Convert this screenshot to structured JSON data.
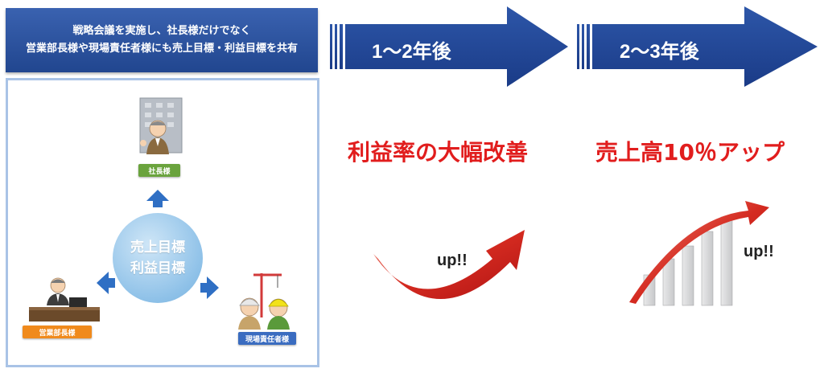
{
  "header": {
    "line1": "戦略会議を実施し、社長様だけでなく",
    "line2": "営業部長様や現場責任者様にも売上目標・利益目標を共有"
  },
  "roles": {
    "president": "社長様",
    "sales_manager": "営業部長様",
    "site_manager": "現場責任者様"
  },
  "center": {
    "line1": "売上目標",
    "line2": "利益目標"
  },
  "timeline": [
    {
      "period": "1～2年後",
      "result": "利益率の大幅改善",
      "badge": "up!!"
    },
    {
      "period": "2～3年後",
      "result": "売上高10％アップ",
      "badge": "up!!"
    }
  ],
  "colors": {
    "banner": "#2b52a0",
    "arrow": "#1e3f8f",
    "headline": "#e11d1d",
    "president_label": "#6aa33d",
    "sales_label": "#f08a1c",
    "site_label": "#3a6cc0",
    "frame_border": "#a9c3e6"
  }
}
